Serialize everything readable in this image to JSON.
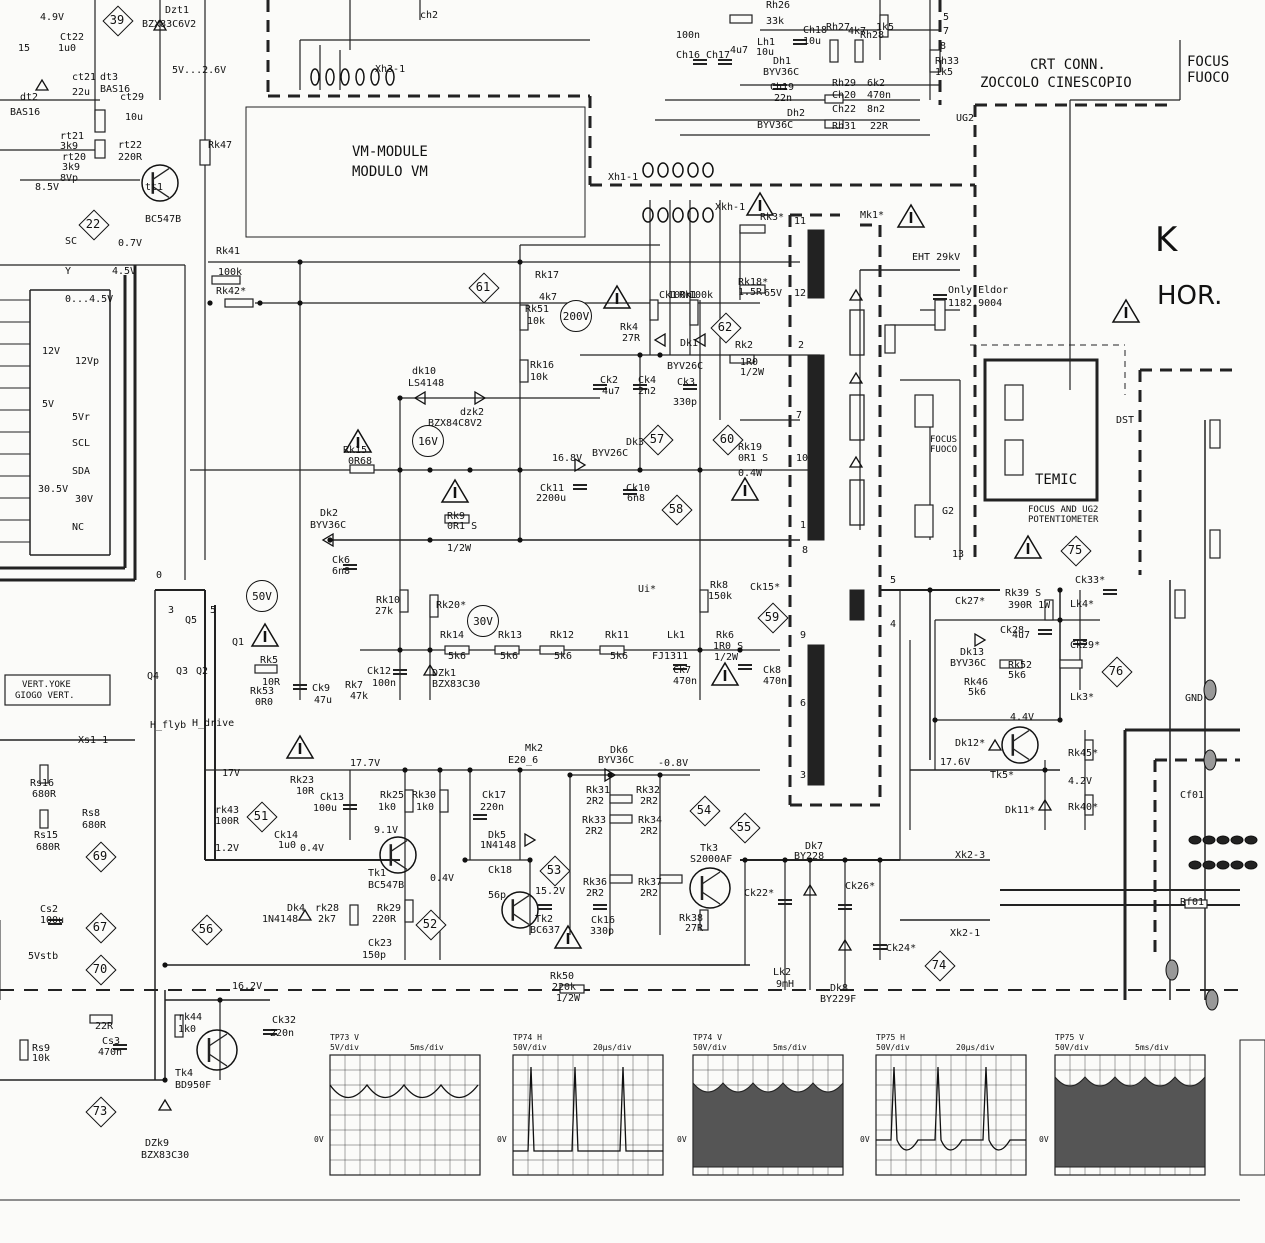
{
  "modules": {
    "vm_module": [
      "VM-MODULE",
      "MODULO VM"
    ],
    "crt_conn": [
      "CRT CONN.",
      "ZOCCOLO CINESCOPIO"
    ],
    "focus_header": [
      "FOCUS",
      "FUOCO"
    ],
    "temic": "TEMIC",
    "temic_caption": [
      "FOCUS AND UG2",
      "POTENTIOMETER"
    ],
    "eht": "EHT 29kV",
    "eldor": [
      "Only Eldor",
      "1182.9004"
    ],
    "focus_fuoco": [
      "FOCUS",
      "FUOCO"
    ],
    "g2": "G2",
    "big_k": "K",
    "hor": "HOR.",
    "vert_yoke": [
      "VERT.YOKE",
      "GIOGO VERT."
    ],
    "ug2": "UG2"
  },
  "test_points": [
    "39",
    "22",
    "61",
    "62",
    "57",
    "58",
    "60",
    "59",
    "75",
    "76",
    "54",
    "55",
    "53",
    "52",
    "51",
    "56",
    "67",
    "69",
    "70",
    "73",
    "74"
  ],
  "voltage_circles": [
    "200V",
    "16V",
    "50V",
    "30V"
  ],
  "labels": {
    "l001": "4.9V",
    "l002": "Dzt1",
    "l003": "BZX83C6V2",
    "l004": "15",
    "l005": "Ct22",
    "l006": "1u0",
    "l007": "ct21",
    "l008": "22u",
    "l009": "dt3",
    "l010": "BAS16",
    "l011": "dt2",
    "l012": "BAS16",
    "l013": "ct29",
    "l014": "10u",
    "l015": "rt21",
    "l016": "3k9",
    "l017": "rt20",
    "l018": "3k9",
    "l019": "rt22",
    "l020": "220R",
    "l021": "5V...2.6V",
    "l022": "tt1",
    "l023": "BC547B",
    "l024": "8.5V",
    "l025": "8Vp",
    "l026": "SC",
    "l027": "0.7V",
    "l028": "Y",
    "l029": "4.5V",
    "l030": "0...4.5V",
    "l031": "12V",
    "l032": "12Vp",
    "l033": "5V",
    "l034": "5Vr",
    "l035": "SCL",
    "l036": "SDA",
    "l037": "30.5V",
    "l038": "30V",
    "l039": "NC",
    "l040": "Rk47",
    "l041": "Rk41",
    "l042": "100k",
    "l043": "Rk42*",
    "l044": "Xh3-1",
    "l045": "ch2",
    "l046": "Rh26",
    "l047": "33k",
    "l048": "Ch16",
    "l049": "100n",
    "l050": "Ch17",
    "l051": "4u7",
    "l052": "Lh1",
    "l053": "10u",
    "l054": "Ch18",
    "l055": "10u",
    "l056": "Rh27",
    "l057": "4k7",
    "l058": "Rh28",
    "l059": "1k5",
    "l060": "Dh1",
    "l061": "BYV36C",
    "l062": "Ch19",
    "l063": "22n",
    "l064": "Dh2",
    "l065": "BYV36C",
    "l066": "Rh29",
    "l067": "6k2",
    "l068": "Ch20",
    "l069": "470n",
    "l070": "Ch22",
    "l071": "8n2",
    "l072": "Rh31",
    "l073": "22R",
    "l074": "Rh33",
    "l075": "1k5",
    "l076": "Xh1-1",
    "l077": "Xkh-1",
    "l078": "Rk3*",
    "l079": "Mk1*",
    "l080": "Rk17",
    "l081": "4k7",
    "l082": "Rk51",
    "l083": "10k",
    "l084": "Rk16",
    "l085": "10k",
    "l086": "Rk4",
    "l087": "27R",
    "l088": "Ck1",
    "l089": "100n",
    "l090": "Rk1",
    "l091": "100k",
    "l092": "Rk18*",
    "l093": "1.5R",
    "l094": "65V",
    "l095": "Dk1",
    "l096": "BYV26C",
    "l097": "Rk2",
    "l098": "1R0",
    "l099": "1/2W",
    "l100": "Ck2",
    "l101": "4u7",
    "l102": "Ck4",
    "l103": "2n2",
    "l104": "Ck3",
    "l105": "330p",
    "l106": "dk10",
    "l107": "LS4148",
    "l108": "dzk2",
    "l109": "BZX84C8V2",
    "l110": "Rk15",
    "l111": "0R68",
    "l112": "Dk3",
    "l113": "BYV26C",
    "l114": "16.8V",
    "l115": "Rk19",
    "l116": "0R1 S",
    "l117": "0.4W",
    "l118": "Ck11",
    "l119": "2200u",
    "l120": "Ck10",
    "l121": "6n8",
    "l122": "Rk9",
    "l123": "0R1 S",
    "l124": "1/2W",
    "l125": "Dk2",
    "l126": "BYV36C",
    "l127": "Ck6",
    "l128": "6n8",
    "l129": "Rk10",
    "l130": "27k",
    "l131": "Rk20*",
    "l132": "Ui*",
    "l133": "Rk8",
    "l134": "150k",
    "l135": "Ck15*",
    "l136": "Rk14",
    "l137": "5k6",
    "l138": "Rk13",
    "l139": "5k6",
    "l140": "Rk12",
    "l141": "5k6",
    "l142": "Rk11",
    "l143": "5k6",
    "l144": "Lk1",
    "l145": "FJ1311",
    "l146": "Rk6",
    "l147": "1R0 S",
    "l148": "1/2W",
    "l149": "Ck7",
    "l150": "470n",
    "l151": "Ck8",
    "l152": "470n",
    "l153": "Ck12",
    "l154": "100n",
    "l155": "DZk1",
    "l156": "BZX83C30",
    "l157": "Q1",
    "l158": "Q5",
    "l159": "Q3",
    "l160": "Q2",
    "l161": "Q4",
    "l162": "3",
    "l163": "5",
    "l164": "0",
    "l165": "Rk5",
    "l166": "10R",
    "l167": "Rk53",
    "l168": "0R0",
    "l169": "Ck9",
    "l170": "47u",
    "l171": "Rk7",
    "l172": "47k",
    "l173": "H_flyb",
    "l174": "H_drive",
    "l175": "Xs1-1",
    "l176": "Rs16",
    "l177": "680R",
    "l178": "Rs8",
    "l179": "680R",
    "l180": "Rs15",
    "l181": "680R",
    "l182": "Cs2",
    "l183": "100u",
    "l184": "5Vstb",
    "l185": "Rs9",
    "l186": "10k",
    "l187": "22R",
    "l188": "Cs3",
    "l189": "470n",
    "l190": "17V",
    "l191": "Rk23",
    "l192": "10R",
    "l193": "17.7V",
    "l194": "Ck13",
    "l195": "100u",
    "l196": "Rk25",
    "l197": "1k0",
    "l198": "Rk30",
    "l199": "1k0",
    "l200": "Ck17",
    "l201": "220n",
    "l202": "Mk2",
    "l203": "E20_6",
    "l204": "Dk6",
    "l205": "BYV36C",
    "l206": "-0.8V",
    "l207": "Rk31",
    "l208": "2R2",
    "l209": "Rk32",
    "l210": "2R2",
    "l211": "Rk33",
    "l212": "2R2",
    "l213": "Rk34",
    "l214": "2R2",
    "l215": "Dk5",
    "l216": "1N4148",
    "l217": "Ck18",
    "l218": "56p",
    "l219": "15.2V",
    "l220": "rk43",
    "l221": "100R",
    "l222": "1.2V",
    "l223": "Ck14",
    "l224": "1u0",
    "l225": "0.4V",
    "l226": "9.1V",
    "l227": "Tk1",
    "l228": "BC547B",
    "l229": "0.4V",
    "l230": "Tk2",
    "l231": "BC637",
    "l232": "Rk36",
    "l233": "2R2",
    "l234": "Rk37",
    "l235": "2R2",
    "l236": "Ck16",
    "l237": "330p",
    "l238": "Tk3",
    "l239": "S2000AF",
    "l240": "Rk38",
    "l241": "27R",
    "l242": "Dk7",
    "l243": "BY228",
    "l244": "Ck22*",
    "l245": "Ck26*",
    "l246": "Ck24*",
    "l247": "Dk4",
    "l248": "1N4148",
    "l249": "rk28",
    "l250": "2k7",
    "l251": "Rk29",
    "l252": "220R",
    "l253": "Ck23",
    "l254": "150p",
    "l255": "Rk50",
    "l256": "220k",
    "l257": "1/2W",
    "l258": "Lk2",
    "l259": "9mH",
    "l260": "Dk8",
    "l261": "BY229F",
    "l262": "16.2V",
    "l263": "Ck32",
    "l264": "220n",
    "l265": "rk44",
    "l266": "1k0",
    "l267": "Tk4",
    "l268": "BD950F",
    "l269": "DZk9",
    "l270": "BZX83C30",
    "l271": "Xk2-3",
    "l272": "Xk2-1",
    "l273": "Ck27*",
    "l274": "Rk39 S",
    "l275": "390R 1W",
    "l276": "Lk4*",
    "l277": "Ck33*",
    "l278": "Ck28",
    "l279": "4u7",
    "l280": "Ck29*",
    "l281": "Dk13",
    "l282": "BYV36C",
    "l283": "Rk52",
    "l284": "5k6",
    "l285": "Rk46",
    "l286": "5k6",
    "l287": "Lk3*",
    "l288": "4.4V",
    "l289": "Dk12*",
    "l290": "17.6V",
    "l291": "Tk5*",
    "l292": "Rk45*",
    "l293": "4.2V",
    "l294": "Dk11*",
    "l295": "Rk40*",
    "l296": "GND",
    "l297": "Cf01",
    "l298": "Rf01",
    "l299": "DST",
    "l300": "13",
    "l301": "11",
    "l302": "12",
    "l303": "2",
    "l304": "7",
    "l305": "10",
    "l306": "1",
    "l307": "8",
    "l308": "9",
    "l309": "6",
    "l310": "3",
    "l311": "5",
    "l312": "4",
    "l313": "5",
    "l314": "7",
    "l315": "8"
  },
  "scopes": [
    {
      "title": "TP73 V",
      "v": "5V/div",
      "t": "5ms/div",
      "zero": "0V",
      "kind": "triangle"
    },
    {
      "title": "TP74 H",
      "v": "50V/div",
      "t": "20µs/div",
      "zero": "0V",
      "kind": "spikes"
    },
    {
      "title": "TP74 V",
      "v": "50V/div",
      "t": "5ms/div",
      "zero": "0V",
      "kind": "band"
    },
    {
      "title": "TP75 H",
      "v": "50V/div",
      "t": "20µs/div",
      "zero": "0V",
      "kind": "spikes2"
    },
    {
      "title": "TP75 V",
      "v": "50V/div",
      "t": "5ms/div",
      "zero": "0V",
      "kind": "band2"
    }
  ]
}
